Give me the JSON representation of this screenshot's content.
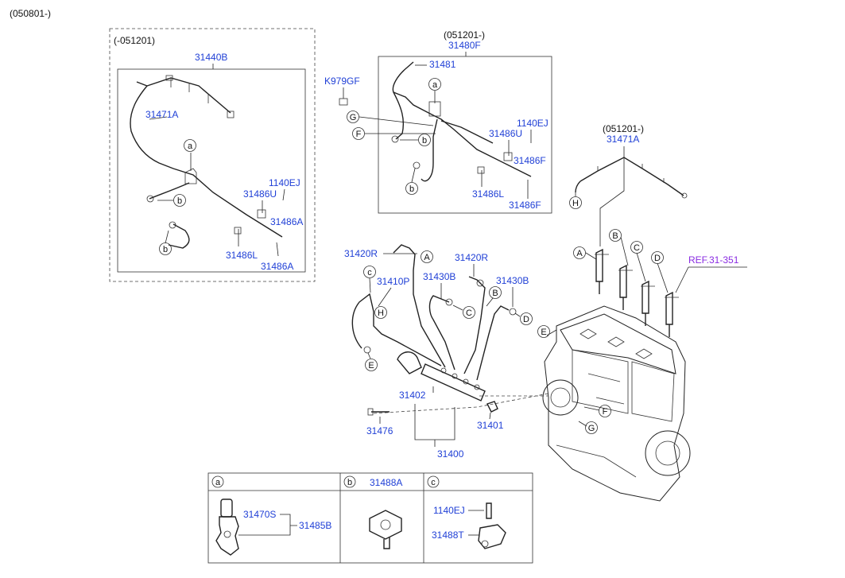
{
  "header": {
    "code": "(050801-)"
  },
  "group_left": {
    "period": "(-051201)",
    "assembly": "31440B"
  },
  "group_right": {
    "period": "(051201-)",
    "assembly": "31480F"
  },
  "group_inj": {
    "period": "(051201-)",
    "assembly": "31471A"
  },
  "reference": {
    "text": "REF.31-351",
    "color": "#8a2be2"
  },
  "labels": {
    "p31471A_left": "31471A",
    "p1140EJ_left": "1140EJ",
    "p31486U_left": "31486U",
    "p31486A_1": "31486A",
    "p31486L_left": "31486L",
    "p31486A_2": "31486A",
    "pK979GF": "K979GF",
    "p31481": "31481",
    "p1140EJ_right": "1140EJ",
    "p31486U_right": "31486U",
    "p31486F_1": "31486F",
    "p31486L_right": "31486L",
    "p31486F_2": "31486F",
    "p31420R_1": "31420R",
    "p31420R_2": "31420R",
    "p31410P": "31410P",
    "p31430B_1": "31430B",
    "p31430B_2": "31430B",
    "p31402": "31402",
    "p31476": "31476",
    "p31401": "31401",
    "p31400": "31400"
  },
  "callouts": {
    "a": "a",
    "b": "b",
    "c": "c",
    "A": "A",
    "B": "B",
    "C": "C",
    "D": "D",
    "E": "E",
    "F": "F",
    "G": "G",
    "H": "H"
  },
  "legend": {
    "cells": [
      {
        "key": "a",
        "parts": [
          "31470S",
          "31485B"
        ]
      },
      {
        "key": "b",
        "parts": [
          "31488A"
        ]
      },
      {
        "key": "c",
        "parts": [
          "1140EJ",
          "31488T"
        ]
      }
    ]
  },
  "colors": {
    "label": "#1f3fd6",
    "line": "#222222",
    "reference": "#8a2be2"
  }
}
